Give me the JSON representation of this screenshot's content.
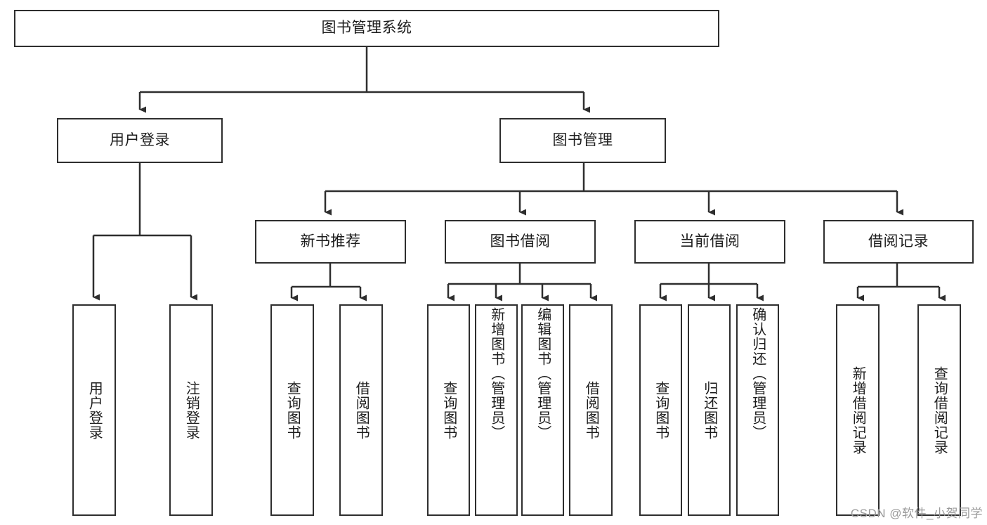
{
  "diagram": {
    "title": "图书管理系统",
    "type": "tree",
    "root": {
      "label": "图书管理系统"
    },
    "level2": [
      {
        "label": "用户登录"
      },
      {
        "label": "图书管理"
      }
    ],
    "level3": [
      {
        "label": "新书推荐"
      },
      {
        "label": "图书借阅"
      },
      {
        "label": "当前借阅"
      },
      {
        "label": "借阅记录"
      }
    ],
    "leaves": {
      "user_login": [
        {
          "label": "用户登录"
        },
        {
          "label": "注销登录"
        }
      ],
      "new_book_recommend": [
        {
          "label": "查询图书"
        },
        {
          "label": "借阅图书"
        }
      ],
      "book_borrow": [
        {
          "label": "查询图书"
        },
        {
          "label": "新增图书（管理员）"
        },
        {
          "label": "编辑图书（管理员）"
        },
        {
          "label": "借阅图书"
        }
      ],
      "current_borrow": [
        {
          "label": "查询图书"
        },
        {
          "label": "归还图书"
        },
        {
          "label": "确认归还（管理员）"
        }
      ],
      "borrow_record": [
        {
          "label": "新增借阅记录"
        },
        {
          "label": "查询借阅记录"
        }
      ]
    }
  },
  "watermark": {
    "text": "CSDN @软件_小贺同学"
  },
  "colors": {
    "stroke": "#2e2e2e",
    "background": "#ffffff",
    "text": "#1d1d1d",
    "watermark": "#9a9a9a"
  }
}
